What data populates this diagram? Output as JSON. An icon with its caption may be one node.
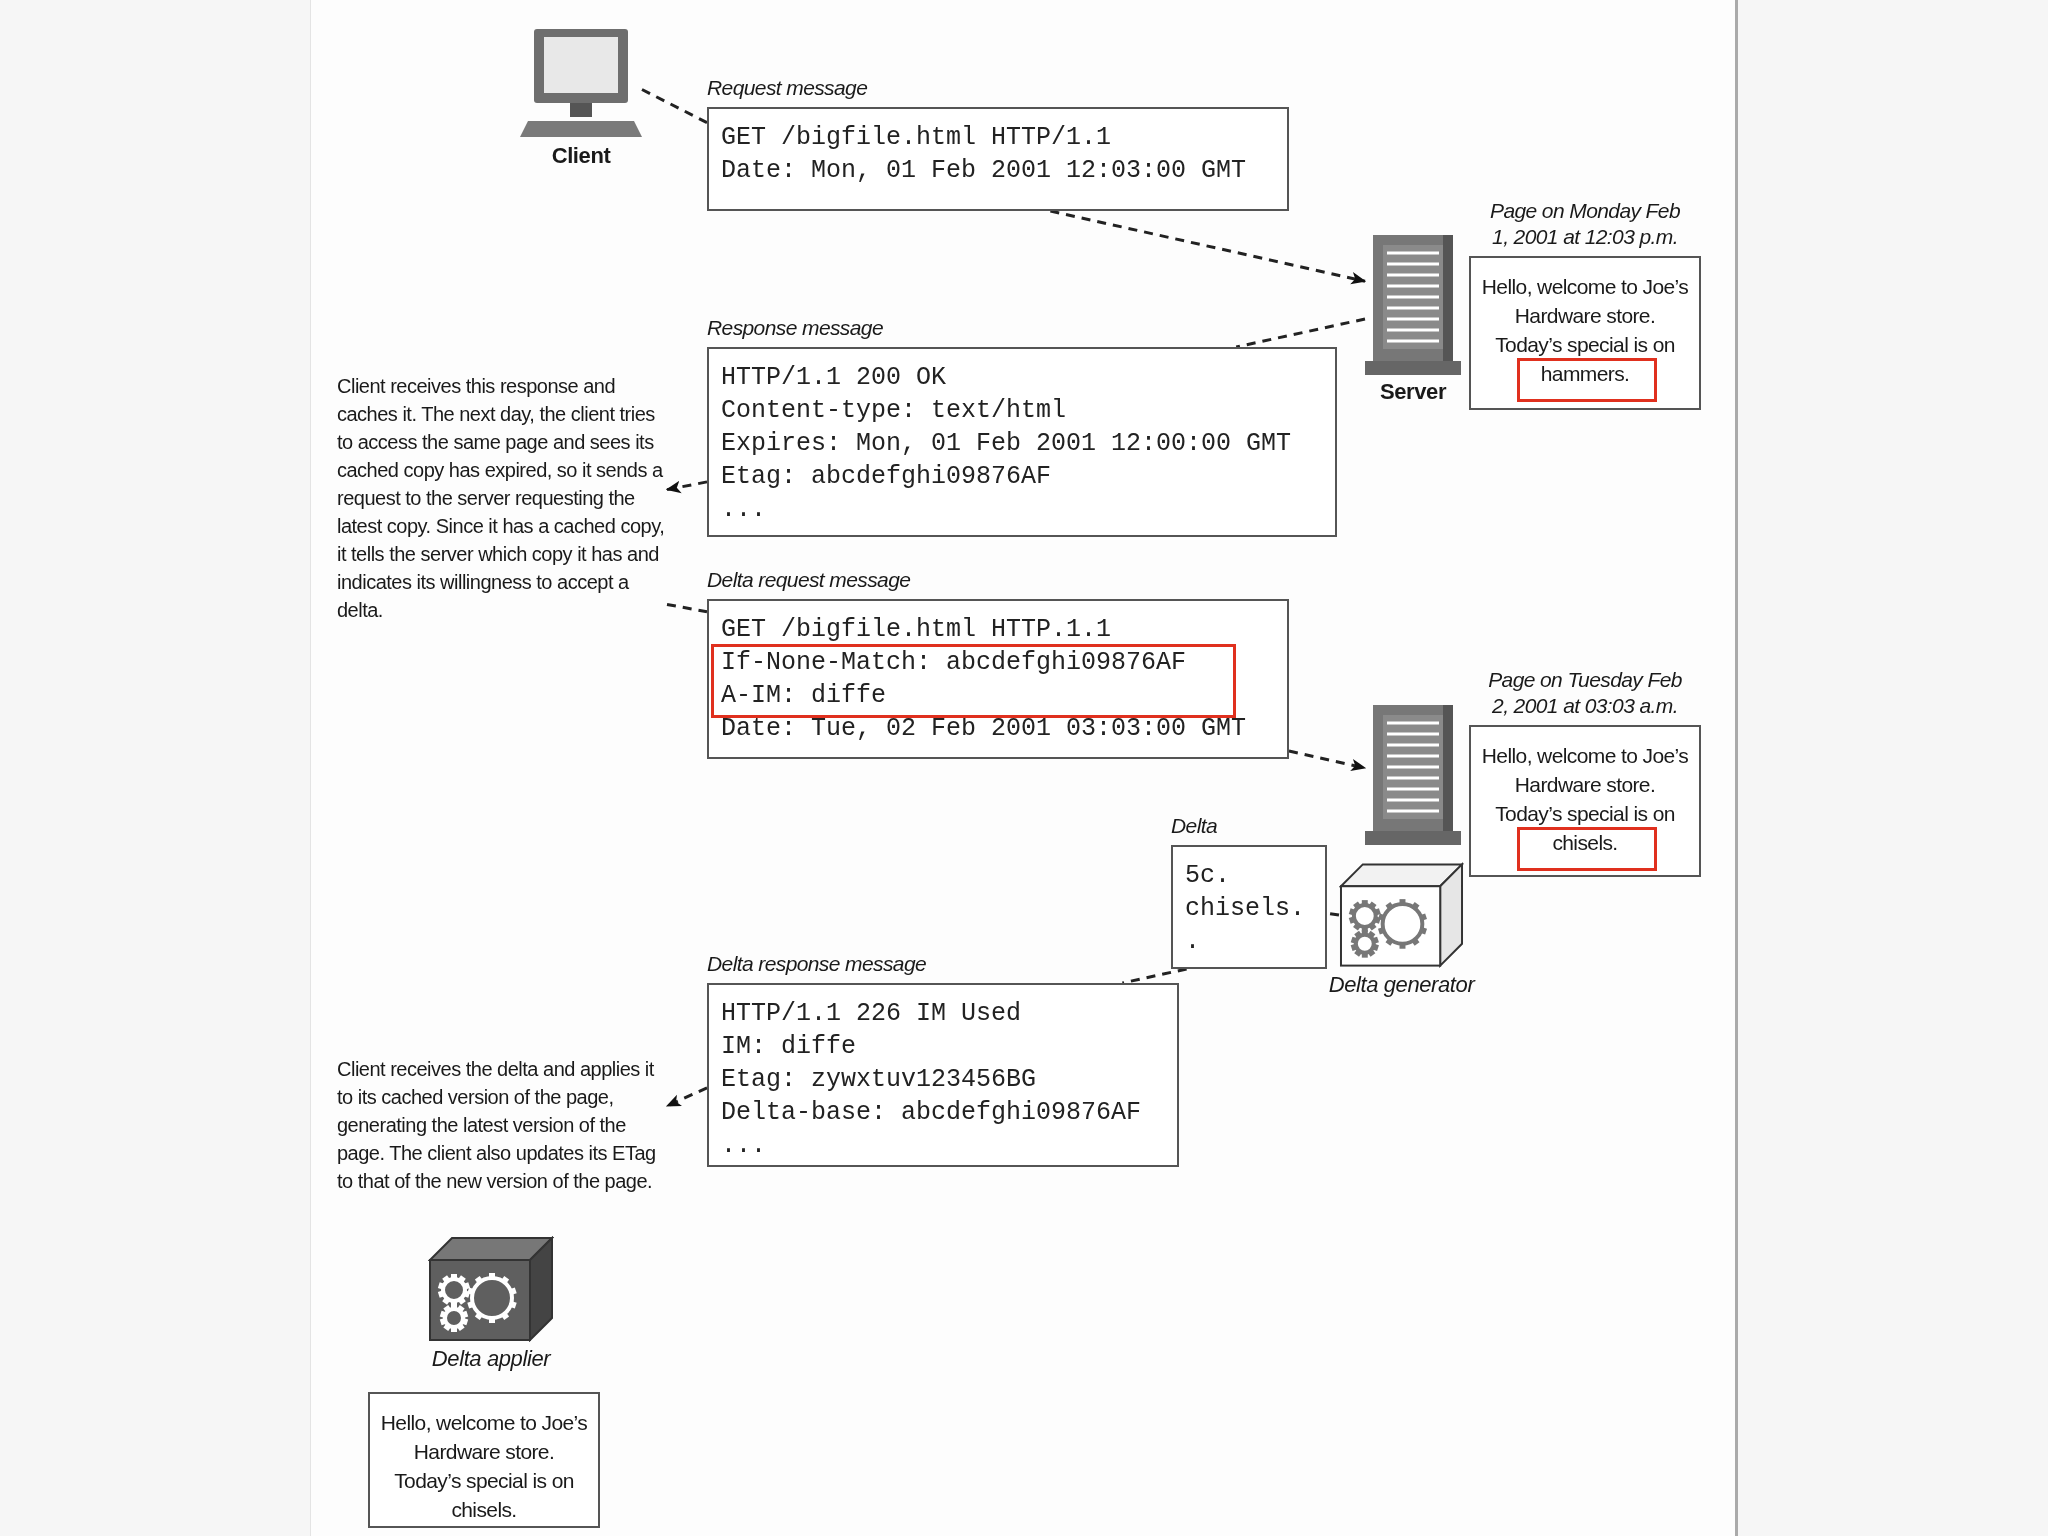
{
  "diagram": {
    "nodes": [
      {
        "text": [
          "Client"
        ]
      },
      {
        "text": [
          "Request message",
          "GET /bigfile.html HTTP/1.1",
          "Date: Mon, 01 Feb 2001 12:03:00 GMT"
        ]
      },
      {
        "text": [
          "Server"
        ]
      },
      {
        "text": [
          "Page on Monday Feb 1, 2001 at 12:03 p.m.",
          "Hello, welcome to Joe’s Hardware store. Today’s special is on hammers."
        ]
      },
      {
        "text": [
          "Response message",
          "HTTP/1.1 200 OK",
          "Content-type: text/html",
          "Expires: Mon, 01 Feb 2001 12:00:00 GMT",
          "Etag: abcdefghi09876AF",
          "..."
        ]
      },
      {
        "text": [
          "Client receives this response and caches it. The next day, the client tries to access the same page and sees its cached copy has expired, so it sends a request to the server requesting the latest copy. Since it has a cached copy, it tells the server which copy it has and indicates its willingness to accept a delta."
        ]
      },
      {
        "text": [
          "Delta request message",
          "GET /bigfile.html HTTP.1.1",
          "If-None-Match: abcdefghi09876AF",
          "A-IM: diffe",
          "Date: Tue, 02 Feb 2001 03:03:00 GMT"
        ]
      },
      {
        "text": [],
        "shape": "picture"
      },
      {
        "text": [
          "Page on Tuesday Feb 2, 2001 at 03:03 a.m.",
          "Hello, welcome to Joe’s Hardware store. Today’s special is on chisels."
        ]
      },
      {
        "text": [
          "Delta",
          "5c.",
          "chisels.",
          "."
        ]
      },
      {
        "text": [
          "Delta generator"
        ]
      },
      {
        "text": [
          "Delta response message",
          "HTTP/1.1 226 IM Used",
          "IM: diffe",
          "Etag: zywxtuv123456BG",
          "Delta-base: abcdefghi09876AF",
          "..."
        ]
      },
      {
        "text": [
          "Client receives the delta and applies it to its cached version of the page, generating the latest version of the page. The client also updates its ETag to that of the new version of the page."
        ]
      },
      {
        "text": [
          "Delta applier"
        ]
      },
      {
        "text": [
          "Hello, welcome to Joe’s Hardware store. Today’s special is on chisels."
        ]
      }
    ],
    "edges": [
      {
        "from": 0,
        "to": 1,
        "arrow": "none",
        "style": "dashed"
      },
      {
        "from": 1,
        "to": 2,
        "arrow": "to",
        "style": "dashed"
      },
      {
        "from": 2,
        "to": 4,
        "arrow": "none",
        "style": "dashed"
      },
      {
        "from": 4,
        "to": 5,
        "arrow": "to",
        "style": "dashed"
      },
      {
        "from": 5,
        "to": 6,
        "arrow": "none",
        "style": "dashed"
      },
      {
        "from": 6,
        "to": 7,
        "arrow": "to",
        "style": "dashed"
      },
      {
        "from": 10,
        "to": 9,
        "arrow": "none",
        "style": "dashed"
      },
      {
        "from": 9,
        "to": 11,
        "arrow": "none",
        "style": "dashed"
      },
      {
        "from": 11,
        "to": 12,
        "arrow": "to",
        "style": "dashed"
      }
    ]
  }
}
